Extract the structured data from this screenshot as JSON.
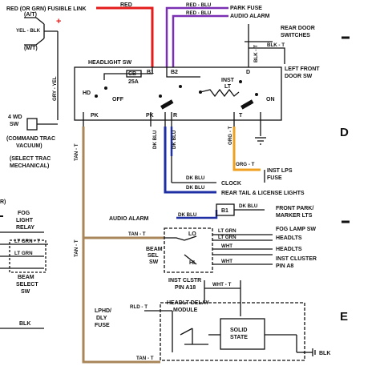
{
  "colors": {
    "red": "#e31b1b",
    "purple": "#7b2fb3",
    "blue": "#1d2fa3",
    "orange": "#f0a020",
    "tan": "#a8865a",
    "ink": "#111111"
  },
  "top": {
    "fusible_link": "RED (OR GRN) FUSIBLE LINK",
    "red": "RED",
    "red_blu_1": "RED - BLU",
    "park_fuse": "PARK FUSE",
    "red_blu_2": "RED - BLU",
    "audio_alarm": "AUDIO ALARM",
    "rear_door_1": "REAR DOOR",
    "rear_door_2": "SWITCHES",
    "blk_t": "BLK - T",
    "blk_t2": "BLK - T",
    "left_front_1": "LEFT FRONT",
    "left_front_2": "DOOR SW",
    "at": "(A/T)",
    "yel_blk": "YEL - BLK",
    "mt": "(M/T)"
  },
  "switch": {
    "title": "HEADLIGHT SW",
    "b1": "B1",
    "b2": "B2",
    "d": "D",
    "cb": "CB",
    "amps": "25A",
    "hd": "HD",
    "off": "OFF",
    "inst": "INST",
    "lt": "LT",
    "on": "ON",
    "pk1": "PK",
    "pk2": "PK",
    "r": "R",
    "t": "T"
  },
  "left": {
    "gry_yel": "GRY - YEL",
    "wd_1": "4 WD",
    "wd_2": "SW",
    "cmd_1": "(COMMAND TRAC",
    "cmd_2": "VACUUM)",
    "sel_1": "(SELECT TRAC",
    "sel_2": "MECHANICAL)",
    "r": "R)",
    "fog_1": "FOG",
    "fog_2": "LIGHT",
    "fog_3": "RELAY",
    "lt_grn_t": "LT GRN - T",
    "lt_grn": "LT GRN",
    "beam_1": "BEAM",
    "beam_2": "SELECT",
    "beam_3": "SW",
    "blk": "BLK",
    "tan_t1": "TAN - T",
    "tan_t2": "TAN - T"
  },
  "mid": {
    "dk_blu_1": "DK BLU",
    "dk_blu_2": "DK BLU",
    "org_t": "ORG - T",
    "org_t2": "ORG - T",
    "inst_lps_1": "INST LPS",
    "inst_lps_2": "FUSE",
    "dk_blu_3": "DK BLU",
    "clock": "CLOCK",
    "rear_tail": "REAR TAIL & LICENSE LIGHTS",
    "dk_blu_4": "DK BLU",
    "audio_alarm": "AUDIO ALARM",
    "dk_blu_5": "DK BLU",
    "b1": "B1",
    "dk_blu_6": "DK BLU",
    "front_park_1": "FRONT PARK/",
    "front_park_2": "MARKER LTS",
    "tan_t": "TAN - T",
    "lo": "LO",
    "hi": "HI",
    "beam_1": "BEAM",
    "beam_2": "SEL",
    "beam_3": "SW",
    "lt_grn_a": "LT GRN",
    "lt_grn_b": "LT GRN",
    "wht_a": "WHT",
    "wht_b": "WHT",
    "fog_lamp": "FOG LAMP SW",
    "headlts_1": "HEADLTS",
    "headlts_2": "HEADLTS",
    "inst_cl_1": "INST CLUSTER",
    "inst_cl_2": "PIN A8"
  },
  "bottom": {
    "inst_clstr_1": "INST CLSTR",
    "inst_clstr_2": "PIN A18",
    "wht_t": "WHT - T",
    "delay_1": "HEADLT DELAY",
    "delay_2": "MODULE",
    "lphd_1": "LPHD/",
    "lphd_2": "DLY",
    "lphd_3": "FUSE",
    "rld_t": "RLD - T",
    "tan_t": "TAN - T",
    "solid_1": "SOLID",
    "solid_2": "STATE",
    "blk": "BLK"
  },
  "margin": {
    "d": "D",
    "e": "E"
  }
}
